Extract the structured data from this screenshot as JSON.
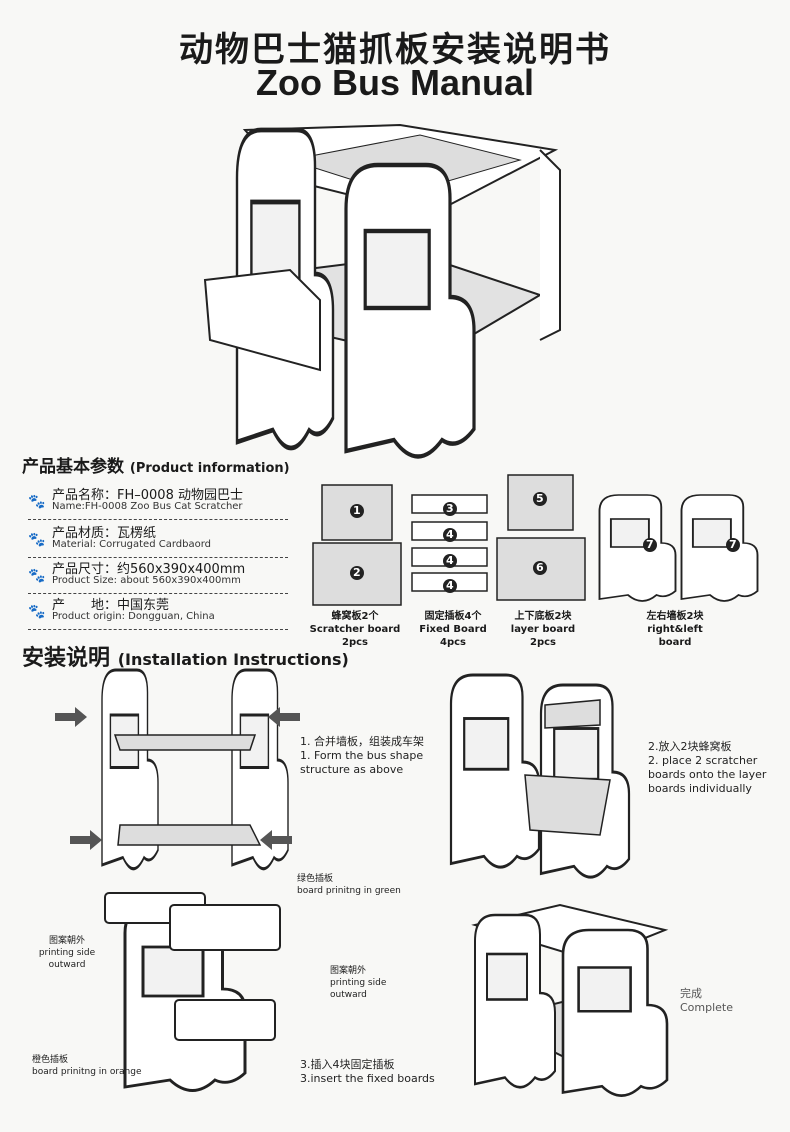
{
  "title_cn": "动物巴士猫抓板安装说明书",
  "title_en": "Zoo Bus Manual",
  "product_info": {
    "heading_cn": "产品基本参数",
    "heading_en": "(Product information)",
    "icon": "paw-icon",
    "rows": [
      {
        "cn": "产品名称：FH–0008 动物园巴士",
        "en": "Name:FH-0008 Zoo Bus Cat Scratcher"
      },
      {
        "cn": "产品材质：瓦楞纸",
        "en": "Material: Corrugated Cardbaord"
      },
      {
        "cn": "产品尺寸：约560x390x400mm",
        "en": "Product Size: about 560x390x400mm"
      },
      {
        "cn": "产　　地：中国东莞",
        "en": "Product origin: Dongguan, China"
      }
    ]
  },
  "parts": [
    {
      "cn": "蜂窝板2个",
      "en": "Scratcher board 2pcs",
      "nums": [
        "1",
        "2"
      ]
    },
    {
      "cn": "固定插板4个",
      "en": "Fixed Board 4pcs",
      "nums": [
        "3",
        "4",
        "4",
        "4"
      ]
    },
    {
      "cn": "上下底板2块",
      "en": "layer board 2pcs",
      "nums": [
        "5",
        "6"
      ]
    },
    {
      "cn": "左右墙板2块",
      "en": "right&left board",
      "nums": [
        "7",
        "7"
      ]
    }
  ],
  "install": {
    "heading_cn": "安装说明",
    "heading_en": "(Installation Instructions)",
    "step1": {
      "cn": "1. 合并墙板，组装成车架",
      "en": "1. Form the bus shape structure as above"
    },
    "step2": {
      "cn": "2.放入2块蜂窝板",
      "en": "2. place 2 scratcher boards onto the layer boards individually"
    },
    "step3": {
      "cn": "3.插入4块固定插板",
      "en": "3.insert the fixed  boards"
    },
    "complete": {
      "cn": "完成",
      "en": "Complete"
    },
    "notes": {
      "green_cn": "绿色插板",
      "green_en": "board prinitng in green",
      "outward_cn": "图案朝外",
      "outward_en": "printing side outward",
      "orange_cn": "橙色插板",
      "orange_en": "board prinitng in orange"
    }
  }
}
